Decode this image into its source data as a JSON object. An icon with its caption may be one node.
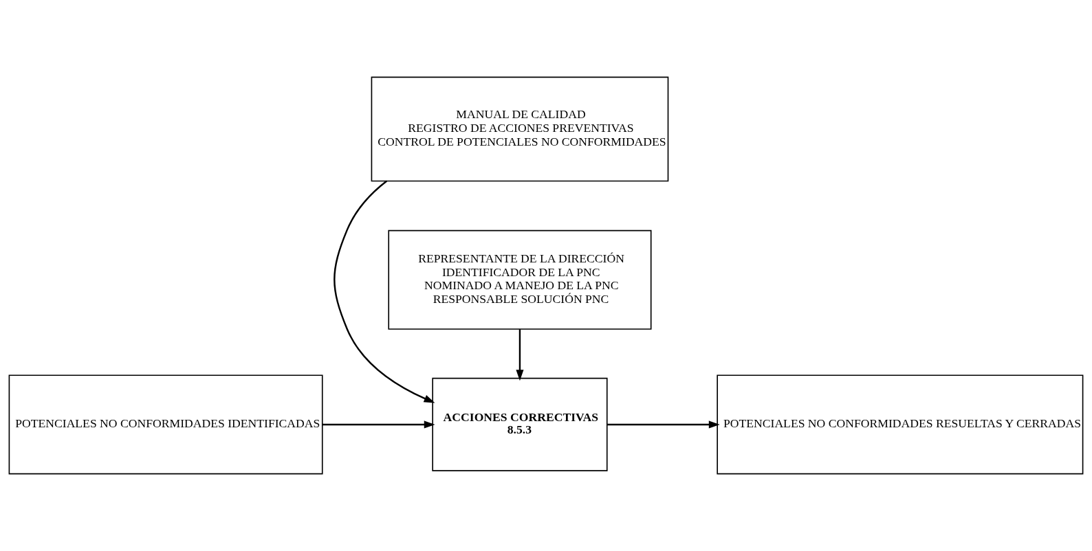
{
  "diagram": {
    "nodes": [
      {
        "text": [
          "MANUAL DE CALIDAD",
          "REGISTRO DE ACCIONES PREVENTIVAS",
          "CONTROL DE POTENCIALES NO CONFORMIDADES"
        ]
      },
      {
        "text": [
          "POTENCIALES NO CONFORMIDADES IDENTIFICADAS"
        ]
      },
      {
        "text": [
          "ACCIONES CORRECTIVAS",
          "8.5.3"
        ]
      },
      {
        "text": [
          "POTENCIALES NO CONFORMIDADES RESUELTAS Y CERRADAS"
        ]
      },
      {
        "text": [
          "REPRESENTANTE DE LA DIRECCIÓN",
          "IDENTIFICADOR DE LA PNC",
          "NOMINADO A MANEJO DE LA PNC",
          "RESPONSABLE SOLUCIÓN PNC"
        ]
      }
    ],
    "edges": [
      {
        "from": 0,
        "to": 2,
        "arrow": "to"
      },
      {
        "from": 1,
        "to": 2,
        "arrow": "to"
      },
      {
        "from": 2,
        "to": 3,
        "arrow": "to"
      },
      {
        "from": 4,
        "to": 2,
        "arrow": "to"
      }
    ]
  }
}
